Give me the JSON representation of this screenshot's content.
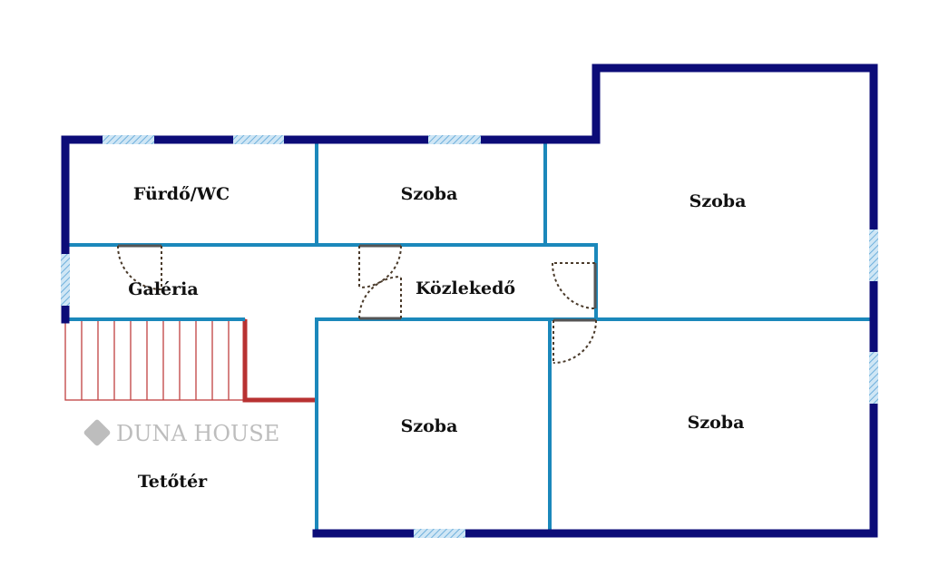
{
  "rooms": {
    "bathroom": "Fürdő/WC",
    "room_top_middle": "Szoba",
    "room_top_right": "Szoba",
    "gallery": "Galéria",
    "corridor": "Közlekedő",
    "room_bottom_middle": "Szoba",
    "room_bottom_right": "Szoba",
    "attic": "Tetőtér"
  },
  "watermark": "DUNA HOUSE",
  "colors": {
    "outer_wall": "#0c0c78",
    "inner_wall": "#1b88bb",
    "stairs": "#c04040",
    "window": "#a8d0ea"
  }
}
